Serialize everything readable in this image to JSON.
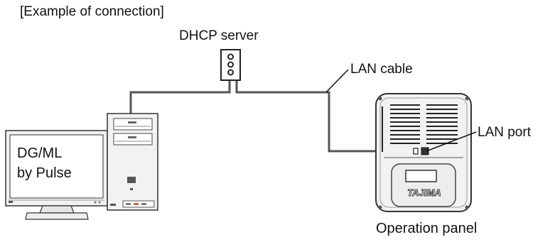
{
  "diagram": {
    "title": "[Example of connection]",
    "labels": {
      "dhcp_server": "DHCP server",
      "lan_cable": "LAN cable",
      "lan_port": "LAN port",
      "operation_panel": "Operation panel",
      "monitor_line1": "DG/ML",
      "monitor_line2": "by Pulse"
    },
    "panel_logo": "TAJIMA",
    "colors": {
      "cable": "#555555",
      "device_outline": "#333333",
      "device_fill": "#f2f2f2",
      "screen_fill": "#ffffff"
    }
  }
}
